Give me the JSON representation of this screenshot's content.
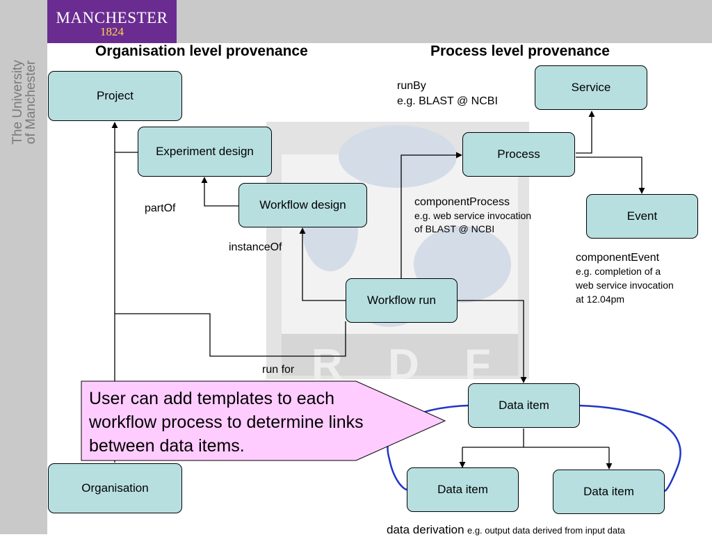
{
  "branding": {
    "wordmark": "MANCHESTER",
    "year": "1824",
    "side_text_line1": "The University",
    "side_text_line2": "of Manchester"
  },
  "headings": {
    "left": "Organisation level provenance",
    "right": "Process level provenance"
  },
  "nodes": {
    "project": "Project",
    "experiment_design": "Experiment design",
    "workflow_design": "Workflow design",
    "workflow_run": "Workflow run",
    "organisation": "Organisation",
    "service": "Service",
    "process": "Process",
    "event": "Event",
    "data_item_top": "Data item",
    "data_item_left": "Data item",
    "data_item_right": "Data item"
  },
  "labels": {
    "part_of": "partOf",
    "instance_of": "instanceOf",
    "run_for": "run for",
    "run_by": "runBy",
    "run_by_example": "e.g. BLAST @ NCBI",
    "component_process": "componentProcess",
    "component_process_ex1": "e.g. web service invocation",
    "component_process_ex2": "of BLAST @ NCBI",
    "component_event": "componentEvent",
    "component_event_ex1": "e.g. completion of a",
    "component_event_ex2": "web service invocation",
    "component_event_ex3": "at 12.04pm",
    "data_derivation": "data derivation",
    "data_derivation_example": "e.g. output data derived from input data"
  },
  "callout": {
    "text": "User can add templates to each workflow process to determine links between data items."
  },
  "watermark": {
    "letters": [
      "R",
      "D",
      "F"
    ]
  },
  "colors": {
    "brand_purple": "#6a2c91",
    "brand_gold": "#ffd54a",
    "node_fill": "#b7dfe0",
    "callout_fill": "#ffccff",
    "derivation_line": "#1f35c8"
  }
}
